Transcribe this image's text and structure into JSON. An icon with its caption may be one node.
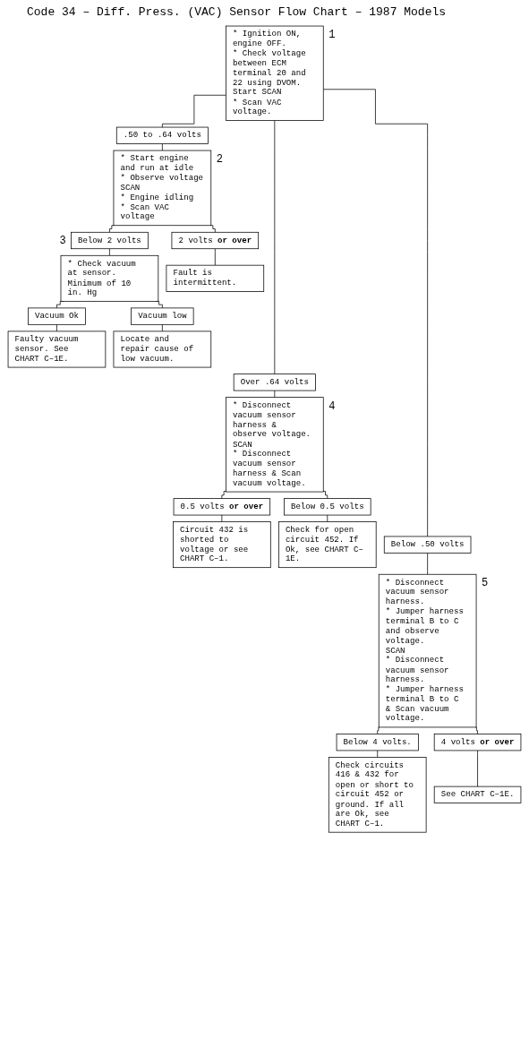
{
  "diagram": {
    "title": "Code 34 – Diff. Press. (VAC) Sensor Flow Chart – 1987 Models",
    "nodes": [
      {
        "text": [
          "* Ignition ON, engine OFF.",
          "* Check voltage between ECM terminal 20 and 22 using DVOM.",
          "Start SCAN",
          "* Scan VAC voltage."
        ],
        "beside": [
          "1"
        ]
      },
      {
        "text": [
          ".50 to .64 volts"
        ]
      },
      {
        "text": [
          "* Start engine and run at idle",
          "* Observe voltage",
          "SCAN",
          "* Engine idling",
          "* Scan VAC voltage"
        ],
        "beside": [
          "2"
        ]
      },
      {
        "text": [
          "Below 2 volts"
        ],
        "beside": [
          "3"
        ]
      },
      {
        "text": [
          "2 volts **or over**"
        ]
      },
      {
        "text": [
          "* Check vacuum at sensor. Minimum of 10 in. Hg"
        ]
      },
      {
        "text": [
          "Fault is intermittent."
        ]
      },
      {
        "text": [
          "Vacuum Ok"
        ]
      },
      {
        "text": [
          "Vacuum low"
        ]
      },
      {
        "text": [
          "Faulty vacuum sensor. See CHART C–1E."
        ]
      },
      {
        "text": [
          "Locate and repair cause of low vacuum."
        ]
      },
      {
        "text": [
          "Over .64 volts"
        ]
      },
      {
        "text": [
          "* Disconnect vacuum sensor harness & observe voltage.",
          "SCAN",
          "* Disconnect vacuum sensor harness & Scan vacuum voltage."
        ],
        "beside": [
          "4"
        ]
      },
      {
        "text": [
          "0.5 volts **or over**"
        ]
      },
      {
        "text": [
          "Below 0.5 volts"
        ]
      },
      {
        "text": [
          "Circuit 432 is shorted to voltage or see CHART C–1."
        ]
      },
      {
        "text": [
          "Check for open circuit 452. If Ok, see CHART C–1E."
        ]
      },
      {
        "text": [
          "Below .50 volts"
        ]
      },
      {
        "text": [
          "* Disconnect vacuum sensor harness.",
          "* Jumper harness terminal B to C and observe voltage.",
          "SCAN",
          "* Disconnect vacuum sensor harness.",
          "* Jumper harness terminal B to C & Scan vacuum voltage."
        ],
        "beside": [
          "5"
        ]
      },
      {
        "text": [
          "Below 4 volts."
        ]
      },
      {
        "text": [
          "4 volts **or over**"
        ]
      },
      {
        "text": [
          "Check circuits 416 & 432 for open or short to circuit 452 or ground. If all are Ok, see CHART C–1."
        ]
      },
      {
        "text": [
          "See CHART C–1E."
        ]
      }
    ],
    "edges": [
      {
        "from": 0,
        "to": 1,
        "arrow": "none"
      },
      {
        "from": 1,
        "to": 2,
        "arrow": "none"
      },
      {
        "from": 2,
        "to": 3,
        "arrow": "none"
      },
      {
        "from": 2,
        "to": 4,
        "arrow": "none"
      },
      {
        "from": 3,
        "to": 5,
        "arrow": "none"
      },
      {
        "from": 4,
        "to": 6,
        "arrow": "none"
      },
      {
        "from": 5,
        "to": 7,
        "arrow": "none"
      },
      {
        "from": 5,
        "to": 8,
        "arrow": "none"
      },
      {
        "from": 7,
        "to": 9,
        "arrow": "none"
      },
      {
        "from": 8,
        "to": 10,
        "arrow": "none"
      },
      {
        "from": 0,
        "to": 11,
        "arrow": "none"
      },
      {
        "from": 11,
        "to": 12,
        "arrow": "none"
      },
      {
        "from": 12,
        "to": 13,
        "arrow": "none"
      },
      {
        "from": 12,
        "to": 14,
        "arrow": "none"
      },
      {
        "from": 13,
        "to": 15,
        "arrow": "none"
      },
      {
        "from": 14,
        "to": 16,
        "arrow": "none"
      },
      {
        "from": 0,
        "to": 17,
        "arrow": "none"
      },
      {
        "from": 17,
        "to": 18,
        "arrow": "none"
      },
      {
        "from": 18,
        "to": 19,
        "arrow": "none"
      },
      {
        "from": 18,
        "to": 20,
        "arrow": "none"
      },
      {
        "from": 19,
        "to": 21,
        "arrow": "none"
      },
      {
        "from": 20,
        "to": 22,
        "arrow": "none"
      }
    ]
  }
}
